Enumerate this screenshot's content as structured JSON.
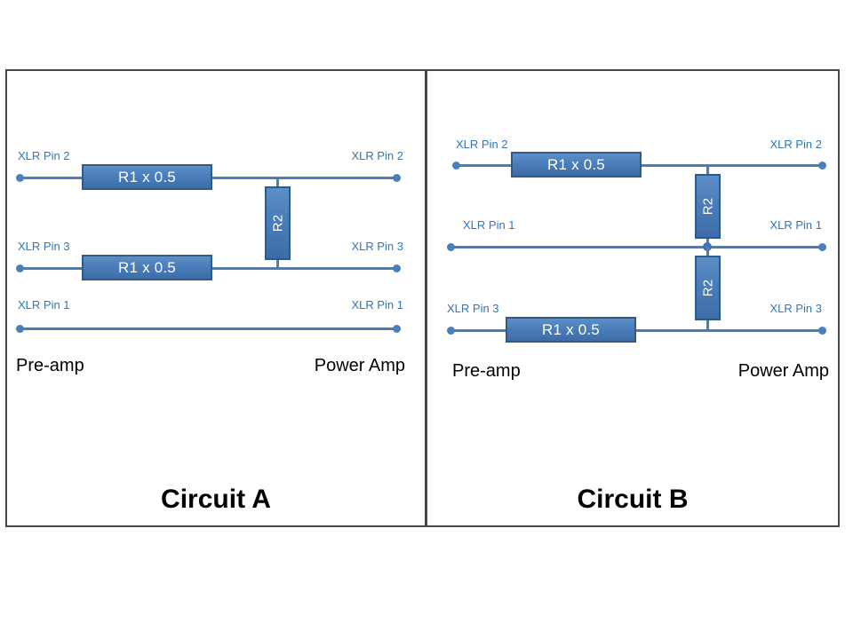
{
  "figure": {
    "type": "schematic-diagram",
    "subject": "XLR balanced line attenuator pad circuits between pre-amp and power amp",
    "background_color": "#ffffff",
    "panel_border_color": "#484848",
    "wire_color": "#4a7ebb",
    "resistor_fill_color": "#4a7ebb",
    "resistor_border_color": "#2e5b8a",
    "resistor_text_color": "#ffffff",
    "pin_label_color": "#2f76bb",
    "title_text_color": "#000000"
  },
  "panels": [
    {
      "id": "circuit-a",
      "title": "Circuit A",
      "left_side_label": "Pre-amp",
      "right_side_label": "Power Amp",
      "description": "H-pad: series R1 x 0.5 in Pin 2 and Pin 3 lines, single bridging R2 between Pin 2 and Pin 3; Pin 1 passes straight through.",
      "lines": [
        {
          "name": "pin-2-line",
          "left_label": "XLR Pin 2",
          "right_label": "XLR Pin 2",
          "series_resistor": "R1 x 0.5"
        },
        {
          "name": "pin-3-line",
          "left_label": "XLR Pin 3",
          "right_label": "XLR Pin 3",
          "series_resistor": "R1 x 0.5"
        },
        {
          "name": "pin-1-line",
          "left_label": "XLR Pin 1",
          "right_label": "XLR Pin 1",
          "series_resistor": null
        }
      ],
      "shunt_resistors": [
        {
          "name": "r2-bridge",
          "label": "R2",
          "between": "pin-2-line and pin-3-line"
        }
      ]
    },
    {
      "id": "circuit-b",
      "title": "Circuit B",
      "left_side_label": "Pre-amp",
      "right_side_label": "Power Amp",
      "description": "T-pad: series R1 x 0.5 in Pin 2 and Pin 3 lines, two R2 shunts from Pin 2 and Pin 3 to a common junction on the Pin 1 ground line.",
      "lines": [
        {
          "name": "pin-2-line",
          "left_label": "XLR Pin 2",
          "right_label": "XLR Pin 2",
          "series_resistor": "R1 x 0.5"
        },
        {
          "name": "pin-1-line",
          "left_label": "XLR Pin 1",
          "right_label": "XLR Pin 1",
          "series_resistor": null
        },
        {
          "name": "pin-3-line",
          "left_label": "XLR Pin 3",
          "right_label": "XLR Pin 3",
          "series_resistor": "R1 x 0.5"
        }
      ],
      "shunt_resistors": [
        {
          "name": "r2-upper",
          "label": "R2",
          "between": "pin-2-line and pin-1-junction"
        },
        {
          "name": "r2-lower",
          "label": "R2",
          "between": "pin-1-junction and pin-3-line"
        }
      ],
      "junctions": [
        {
          "name": "pin-1-junction",
          "on": "pin-1-line"
        }
      ]
    }
  ]
}
